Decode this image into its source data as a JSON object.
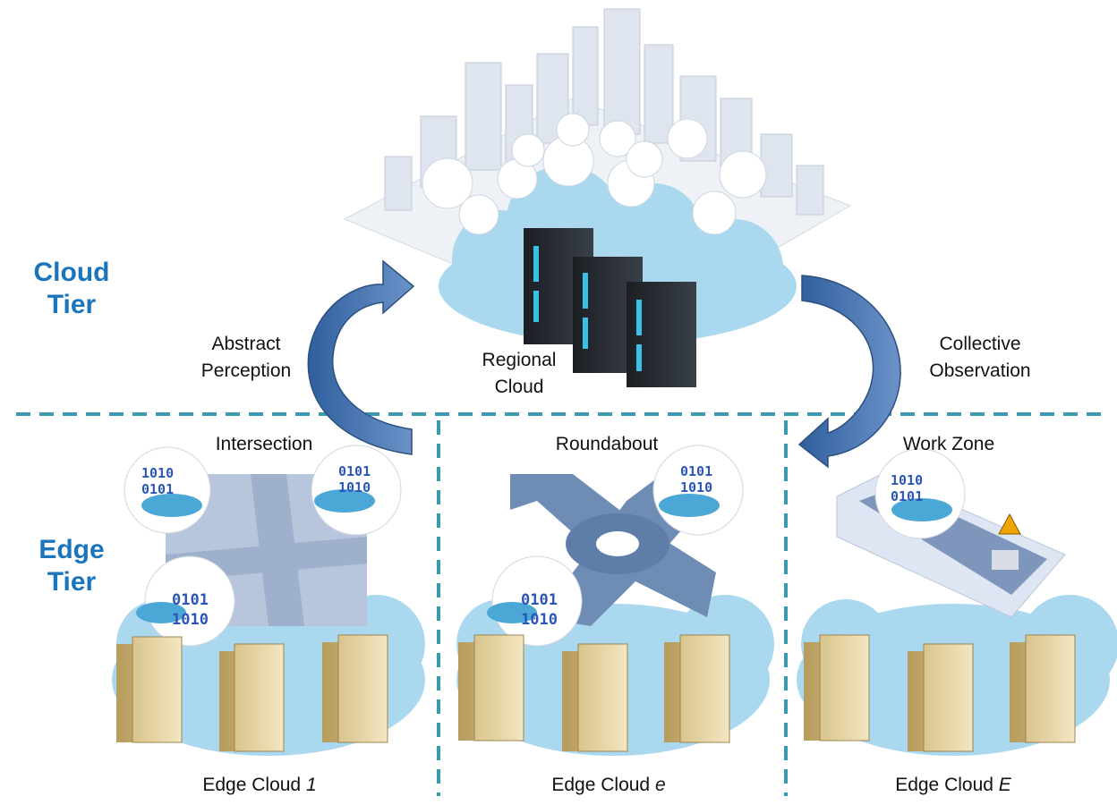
{
  "tiers": {
    "cloud": [
      "Cloud",
      "Tier"
    ],
    "edge": [
      "Edge",
      "Tier"
    ]
  },
  "cloud": {
    "label_line1": "Regional",
    "label_line2": "Cloud"
  },
  "arrows": {
    "up": {
      "line1": "Abstract",
      "line2": "Perception"
    },
    "down": {
      "line1": "Collective",
      "line2": "Observation"
    }
  },
  "scenes": [
    {
      "title": "Intersection",
      "cloud_name": "Edge Cloud ",
      "cloud_index": "1"
    },
    {
      "title": "Roundabout",
      "cloud_name": "Edge Cloud ",
      "cloud_index": "e"
    },
    {
      "title": "Work Zone",
      "cloud_name": "Edge Cloud ",
      "cloud_index": "E"
    }
  ],
  "binary": {
    "a": "0101",
    "b": "1010"
  },
  "colors": {
    "accent": "#1b75bc",
    "divider": "#3a9bb0",
    "arrow": "#3f6fae",
    "cloud": "#a9d8ef",
    "server": "#e9d9ae"
  }
}
